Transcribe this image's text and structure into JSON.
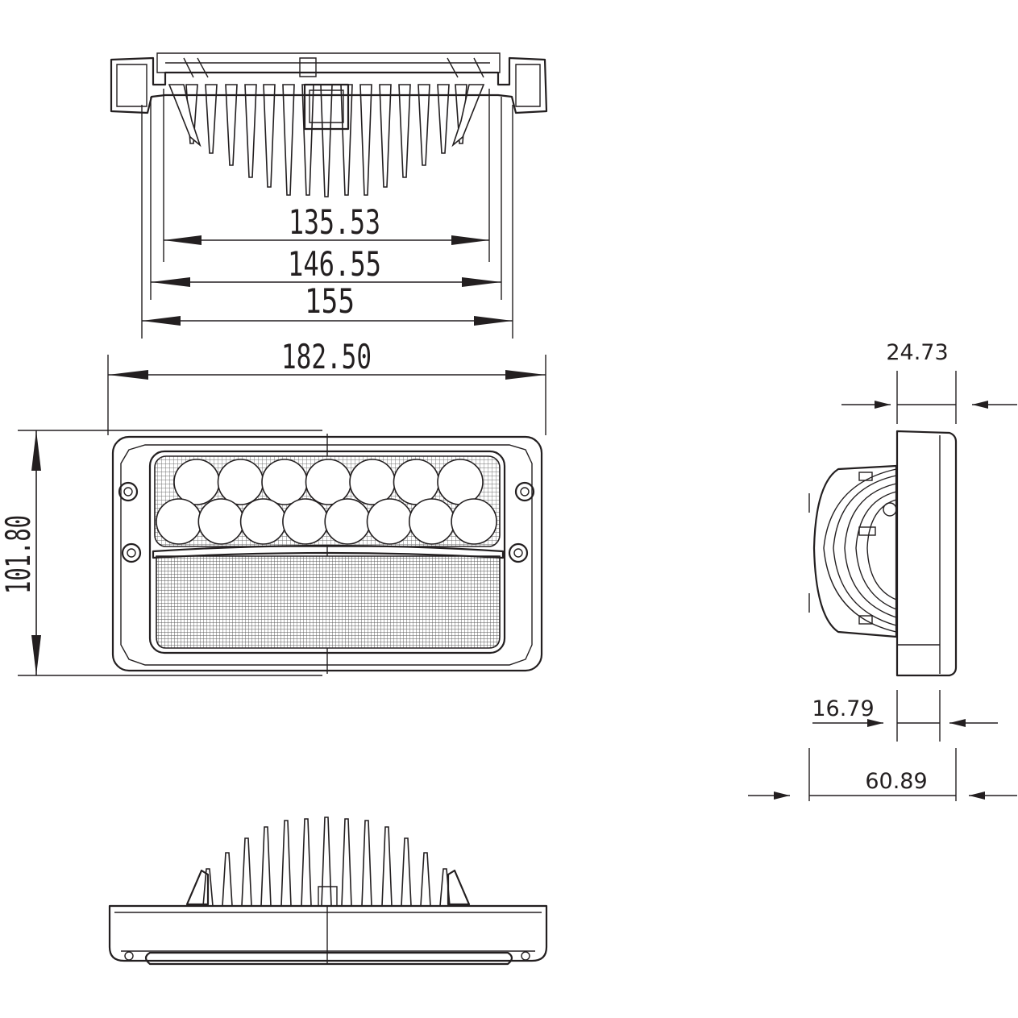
{
  "diagram": {
    "views": {
      "top_view": {
        "name": "top-view"
      },
      "front_view": {
        "name": "front-view"
      },
      "bottom_view": {
        "name": "bottom-view"
      },
      "side_view": {
        "name": "side-view"
      }
    },
    "dimensions": {
      "inner_fin_width": "135.53",
      "fin_base_width": "146.55",
      "mount_width": "155",
      "overall_width": "182.50",
      "overall_height": "101.80",
      "lens_depth": "24.73",
      "bezel_depth": "16.79",
      "overall_depth": "60.89"
    },
    "led_rows": {
      "top_row_count": 7,
      "bottom_row_count": 8
    },
    "colors": {
      "line": "#231f20",
      "background": "#ffffff"
    }
  }
}
